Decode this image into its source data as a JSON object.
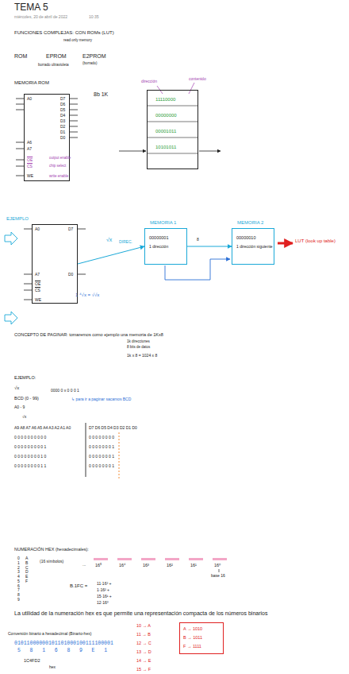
{
  "diagram": {
    "title": "TEMA 5",
    "nodes": [
      {
        "text": [
          "A0",
          "A6",
          "A7",
          "OE",
          "CS",
          "WE",
          "D7",
          "D6",
          "D5",
          "D4",
          "D3",
          "D2",
          "D1",
          "D0"
        ]
      },
      {
        "text": [
          "11110000",
          "00000000",
          "00001011",
          "10101011"
        ]
      },
      {
        "text": [
          "A0",
          "A7",
          "OE",
          "CS",
          "WE",
          "D7",
          "D0"
        ]
      },
      {
        "text": [
          "MEMORIA 1",
          "00000001",
          "1 dirección"
        ]
      },
      {
        "text": [
          "MEMORIA 2",
          "00000010",
          "1 dirección siguiente"
        ]
      },
      {
        "text": [
          "A → 1010",
          "B → 1011",
          "F → 1111"
        ]
      }
    ],
    "edges": [
      {
        "from": 2,
        "to": 3,
        "label": "√x",
        "arrow": "to"
      },
      {
        "from": 3,
        "to": 4,
        "arrow": "to"
      }
    ],
    "labels": [
      "miércoles, 20 de abril de 2022",
      "10:35",
      "FUNCIONES COMPLEJAS: CON ROMs (LUT)",
      "read only memory",
      "ROM",
      "EPROM",
      "E2PROM",
      "(borrado)",
      "borrado ultravioleta",
      "MEMORIA ROM",
      "8b 1K",
      "output enable",
      "chip select",
      "write enable",
      "dirección",
      "contenido",
      "EJEMPLO",
      "DIREC.",
      "8",
      "LUT (look up table)",
      "1 ⁴√x = √√x",
      "CONCEPTO DE PAGINAR: tomaremos como ejemplo una memoria de 1Kx8",
      "1k direcciones",
      "8 bits de datos",
      "1k x 8 = 1024 x 8",
      "EJEMPLO:",
      "√x",
      "BCD (0 - 99)",
      "0000 0 x 0 0 0 1",
      "↳ para ir a paginar sacamos BCD",
      "A0 - 9",
      "√x",
      "A9 A8 A7 A6 A5 A4 A3 A2 A1 A0",
      "D7 D6 D5 D4 D3 D2 D1 D0",
      "0 0 0 0 0 0 0 0 0 0",
      "0 0 0 0 0 0 0 0 0 1",
      "0 0 0 0 0 0 0 0 1 0",
      "0 0 0 0 0 0 0 0 1 1",
      "0 0 0 0 0 0 0 0",
      "0 0 0 0 0 0 0 1",
      "0 0 0 0 0 0 0 1",
      "0 0 0 0 0 0 0 1",
      "NUMERACIÓN HEX (hexadecimales):",
      "0 1 2 3 4 5 6 7 8 9",
      "A B C D E F",
      "(16 símbolos)",
      "...",
      "16⁵",
      "16⁴",
      "16³",
      "16²",
      "16¹",
      "16⁰",
      "base 16",
      "B.1FC =",
      "11·16³ +",
      "1·16² +",
      "15·16¹ +",
      "12·16⁰",
      "La utilidad de la numeración hex es que permite una representación compacta de los números binarios",
      "Conversión binario a hexadecimal (Binario-hex)",
      "01011000000101101000100111100001",
      "5 8 1 6 8 9 E 1",
      "1C4FD2",
      "hex",
      "10 → A",
      "11 → B",
      "12 → C",
      "13 → D",
      "14 → E",
      "15 → F"
    ]
  }
}
